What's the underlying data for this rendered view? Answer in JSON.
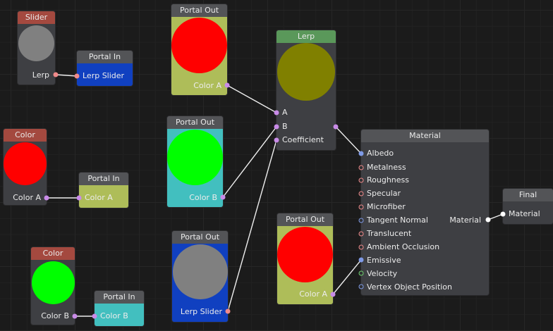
{
  "nodes": {
    "slider": {
      "title": "Slider",
      "header_color": "#a4493f",
      "preview_color": "#808080",
      "output": "Lerp"
    },
    "portal_in_lerp": {
      "title": "Portal In",
      "body_color": "#1040c0",
      "input": "Lerp Slider"
    },
    "color_a": {
      "title": "Color",
      "header_color": "#a4493f",
      "preview_color": "#ff0000",
      "output": "Color A"
    },
    "portal_in_a": {
      "title": "Portal In",
      "body_color": "#aebd59",
      "input": "Color A"
    },
    "color_b": {
      "title": "Color",
      "header_color": "#a4493f",
      "preview_color": "#00ff00",
      "output": "Color B"
    },
    "portal_in_b": {
      "title": "Portal In",
      "body_color": "#42bfbf",
      "input": "Color B"
    },
    "portal_out_a": {
      "title": "Portal Out",
      "body_color": "#aebd59",
      "preview_color": "#ff0000",
      "output": "Color A"
    },
    "portal_out_b": {
      "title": "Portal Out",
      "body_color": "#42bfbf",
      "preview_color": "#00ff00",
      "output": "Color B"
    },
    "portal_out_lerp": {
      "title": "Portal Out",
      "body_color": "#1040c0",
      "preview_color": "#808080",
      "output": "Lerp Slider"
    },
    "portal_out_emissive": {
      "title": "Portal Out",
      "body_color": "#aebd59",
      "preview_color": "#ff0000",
      "output": "Color A"
    },
    "lerp": {
      "title": "Lerp",
      "header_color": "#5a985a",
      "preview_color": "#808000",
      "inputs": [
        "A",
        "B",
        "Coefficient"
      ]
    },
    "material": {
      "title": "Material",
      "inputs": [
        "Albedo",
        "Metalness",
        "Roughness",
        "Specular",
        "Microfiber",
        "Tangent Normal",
        "Translucent",
        "Ambient Occlusion",
        "Emissive",
        "Velocity",
        "Vertex Object Position"
      ],
      "output": "Material"
    },
    "final": {
      "title": "Final",
      "input": "Material"
    }
  },
  "port_colors": {
    "color": "#c98be8",
    "scalar": "#f08a8a",
    "vector3": "#7f9ae6",
    "vector2": "#6fcf6f",
    "material": "#ffffff"
  }
}
